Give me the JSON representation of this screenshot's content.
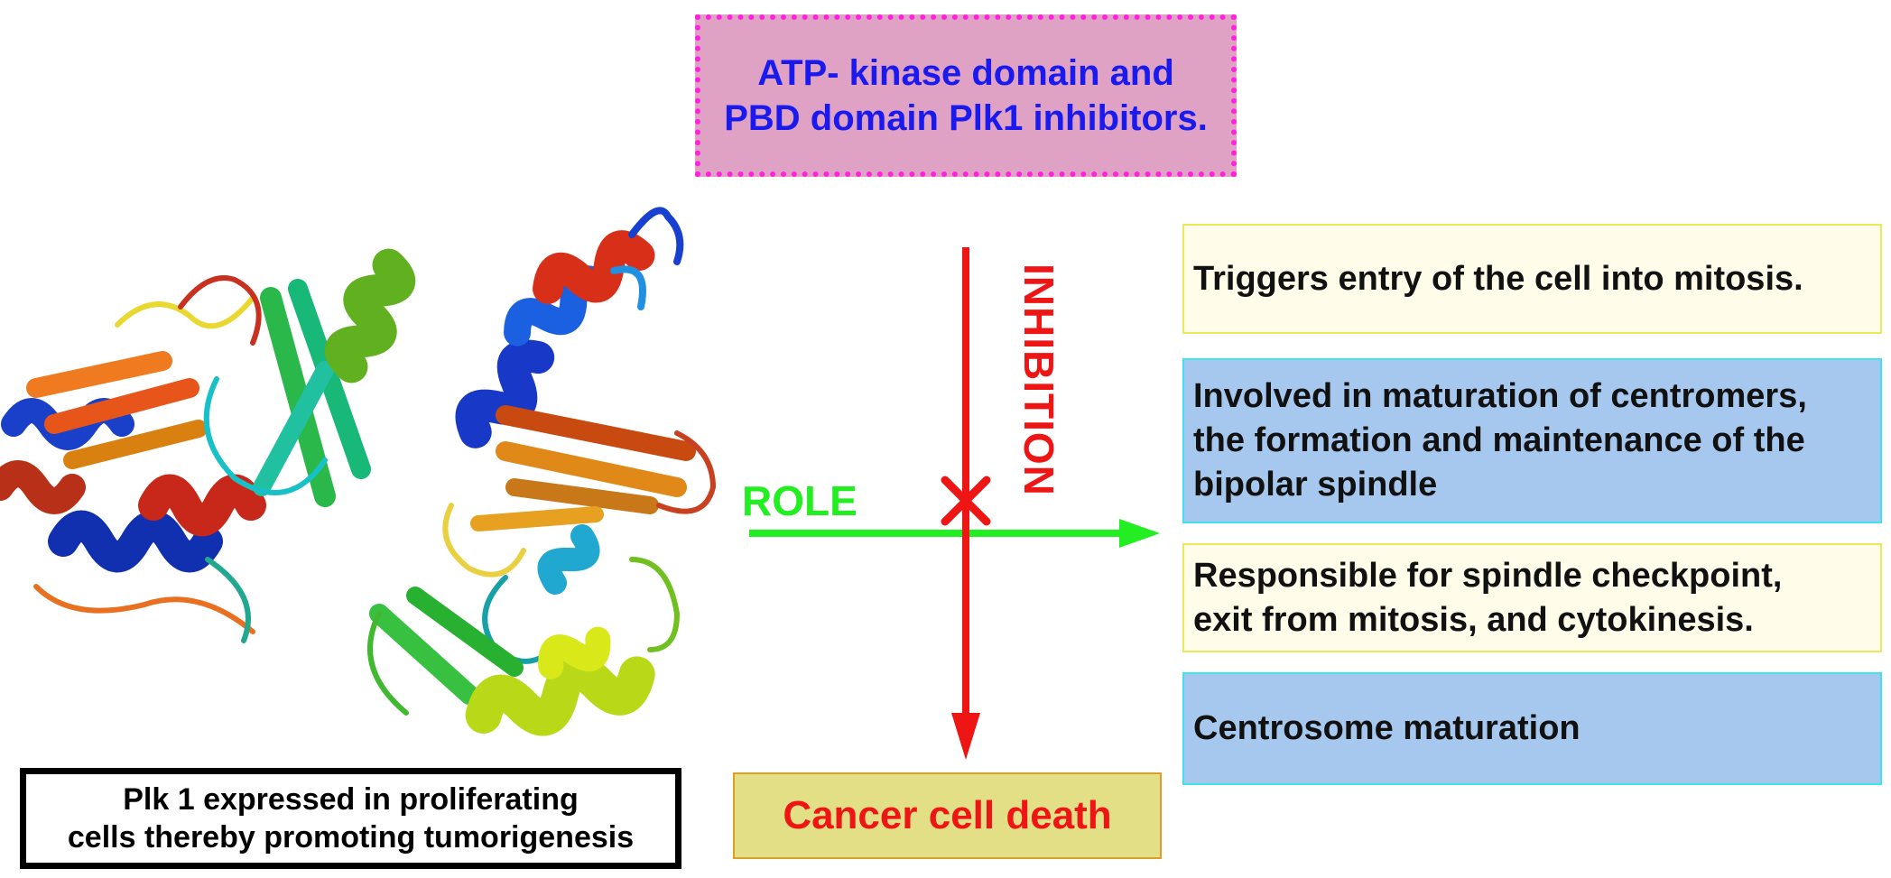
{
  "inhibitors_box": {
    "line1": "ATP- kinase domain and",
    "line2": "PBD domain Plk1 inhibitors."
  },
  "role_label": "ROLE",
  "inhibition_label": "INHIBITION",
  "roles": [
    {
      "lines": [
        "Triggers entry of the cell into mitosis."
      ]
    },
    {
      "lines": [
        "Involved in maturation of centromers,",
        "the formation and maintenance of the",
        "bipolar spindle"
      ]
    },
    {
      "lines": [
        "Responsible for spindle checkpoint,",
        "exit from mitosis, and cytokinesis."
      ]
    },
    {
      "lines": [
        "Centrosome maturation"
      ]
    }
  ],
  "plk_box": {
    "line1": "Plk 1 expressed in proliferating",
    "line2": "cells thereby promoting tumorigenesis"
  },
  "outcome": "Cancer cell death",
  "colors": {
    "role_arrow": "#22ee22",
    "inhibition_arrow": "#ee1515",
    "inhibitor_box_fill": "#e0a2c4",
    "inhibitor_text": "#1a1aee"
  }
}
